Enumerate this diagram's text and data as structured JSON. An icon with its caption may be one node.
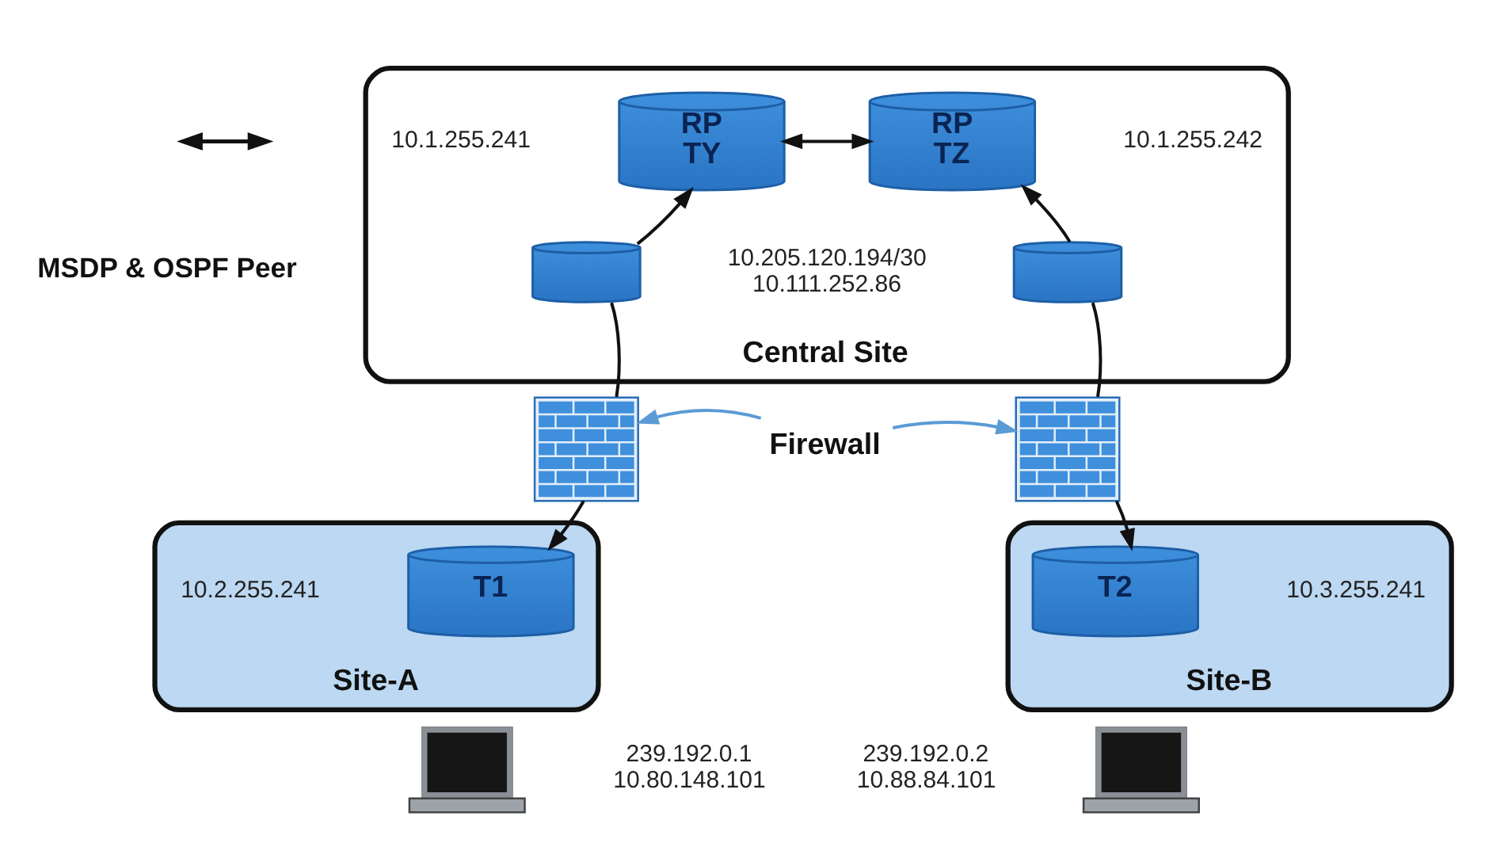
{
  "diagram": {
    "nodes": [
      {
        "text": [
          "Central Site"
        ]
      },
      {
        "text": [
          "RP TY"
        ],
        "in": 0,
        "beside": [
          "10.1.255.241"
        ]
      },
      {
        "text": [
          "RP TZ"
        ],
        "in": 0,
        "beside": [
          "10.1.255.242"
        ]
      },
      {
        "text": [],
        "shape": "cylinder",
        "in": 0,
        "beside": [
          "10.205.120.194/30",
          "10.111.252.86"
        ]
      },
      {
        "text": [],
        "shape": "cylinder",
        "in": 0
      },
      {
        "text": [],
        "shape": "picture"
      },
      {
        "text": [
          "Firewall"
        ]
      },
      {
        "text": [],
        "shape": "picture"
      },
      {
        "text": [
          "Site-A"
        ]
      },
      {
        "text": [
          "T1"
        ],
        "in": 8,
        "beside": [
          "10.2.255.241"
        ]
      },
      {
        "text": [],
        "shape": "picture",
        "beside": [
          "239.192.0.1",
          "10.80.148.101"
        ]
      },
      {
        "text": [
          "Site-B"
        ]
      },
      {
        "text": [
          "T2"
        ],
        "in": 11,
        "beside": [
          "10.3.255.241"
        ]
      },
      {
        "text": [],
        "shape": "picture",
        "beside": [
          "239.192.0.2",
          "10.88.84.101"
        ]
      }
    ],
    "edges": [
      {
        "from": 1,
        "to": 2,
        "arrow": "both"
      },
      {
        "from": 3,
        "to": 1,
        "arrow": "to"
      },
      {
        "from": 4,
        "to": 2,
        "arrow": "to"
      },
      {
        "from": 5,
        "to": 3,
        "arrow": "none"
      },
      {
        "from": 5,
        "to": 9,
        "arrow": "to"
      },
      {
        "from": 7,
        "to": 4,
        "arrow": "none"
      },
      {
        "from": 7,
        "to": 12,
        "arrow": "to"
      },
      {
        "from": 6,
        "to": 5,
        "arrow": "to",
        "color": "#5b9bd5"
      },
      {
        "from": 6,
        "to": 7,
        "arrow": "to",
        "color": "#5b9bd5"
      }
    ],
    "legend": [
      {
        "text": "MSDP & OSPF Peer"
      }
    ]
  }
}
